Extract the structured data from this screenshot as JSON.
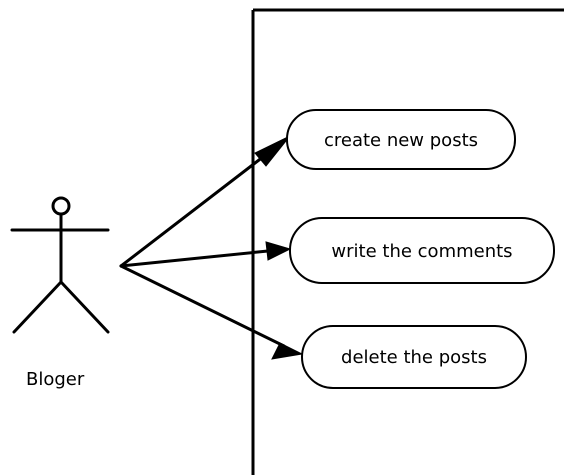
{
  "actor": {
    "label": "Bloger"
  },
  "use_cases": [
    {
      "label": "create new posts"
    },
    {
      "label": "write the comments"
    },
    {
      "label": "delete the posts"
    }
  ]
}
